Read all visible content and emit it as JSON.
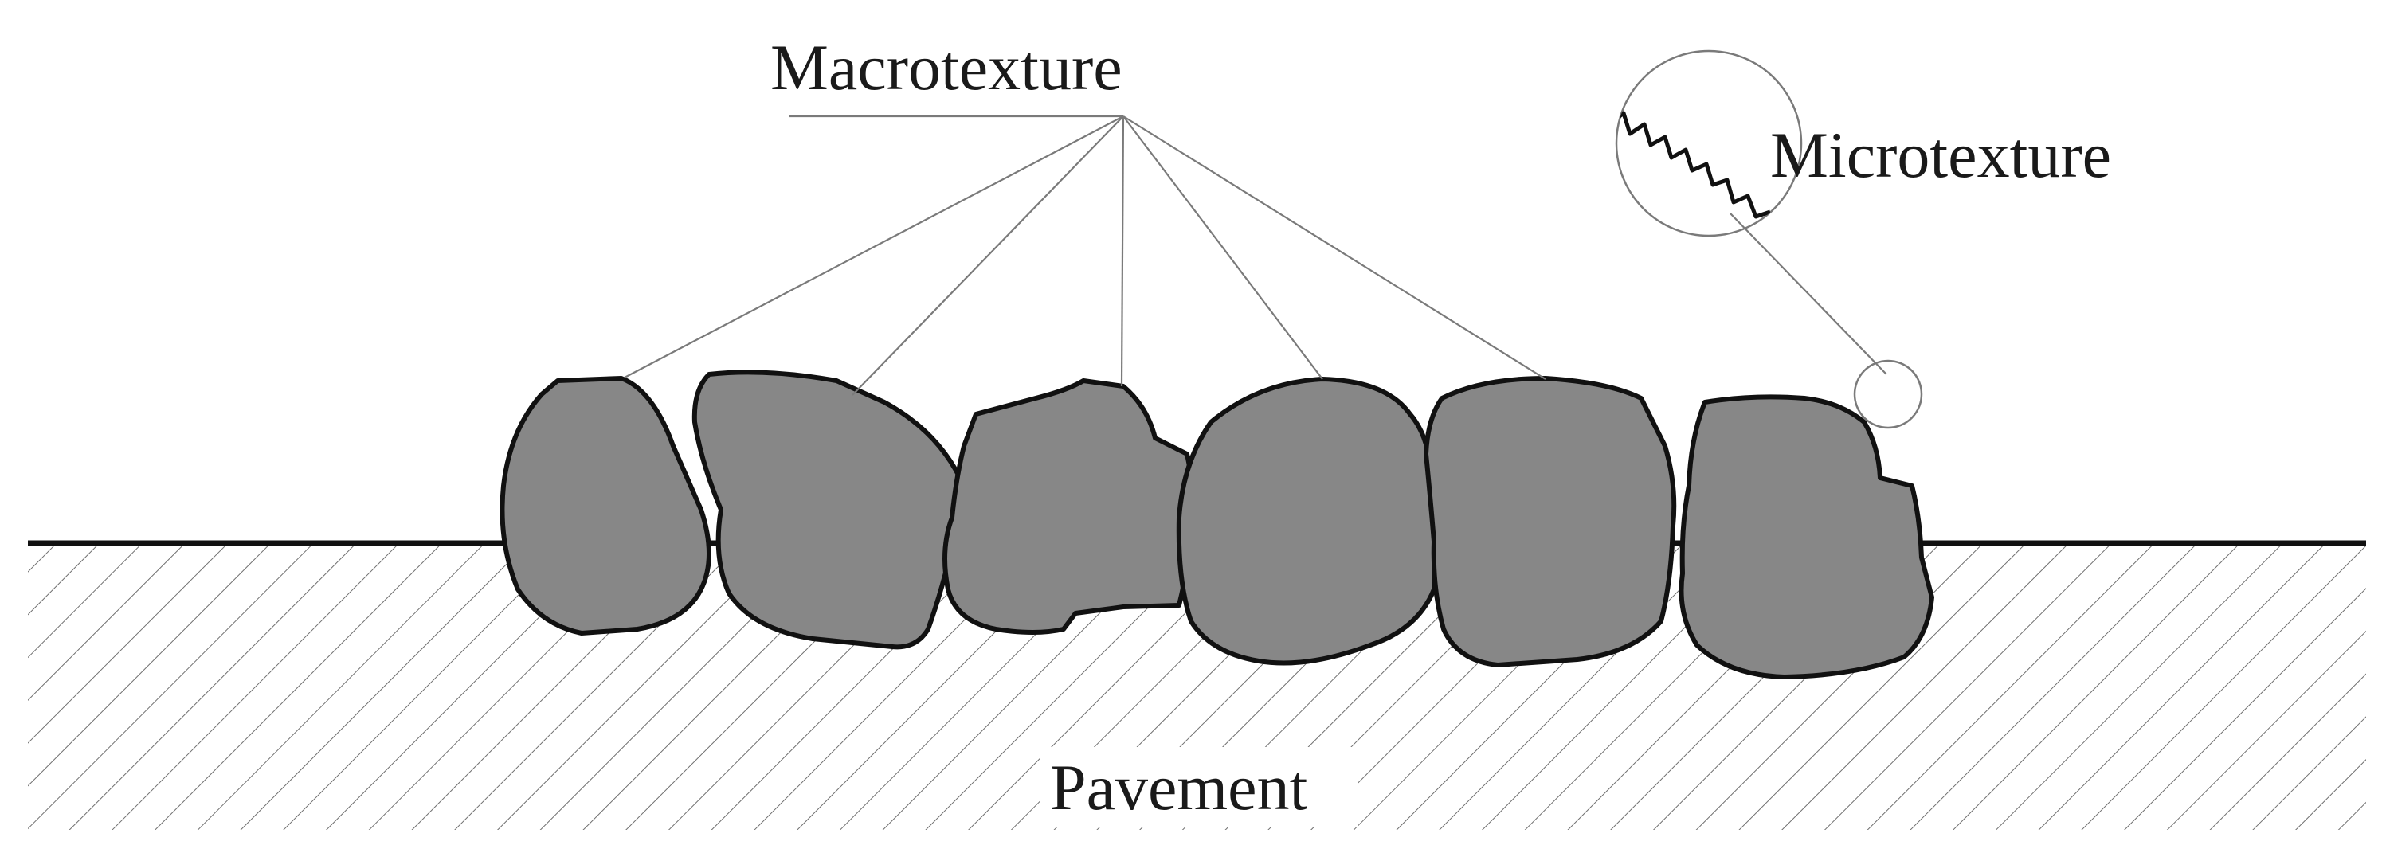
{
  "labels": {
    "macrotexture": "Macrotexture",
    "microtexture": "Microtexture",
    "pavement": "Pavement"
  },
  "colors": {
    "stone_fill": "#878787",
    "stone_outline": "#111111",
    "hatch": "#6f6f6f",
    "leader": "#7a7a7a",
    "background": "#ffffff"
  },
  "aggregate_count": 6
}
